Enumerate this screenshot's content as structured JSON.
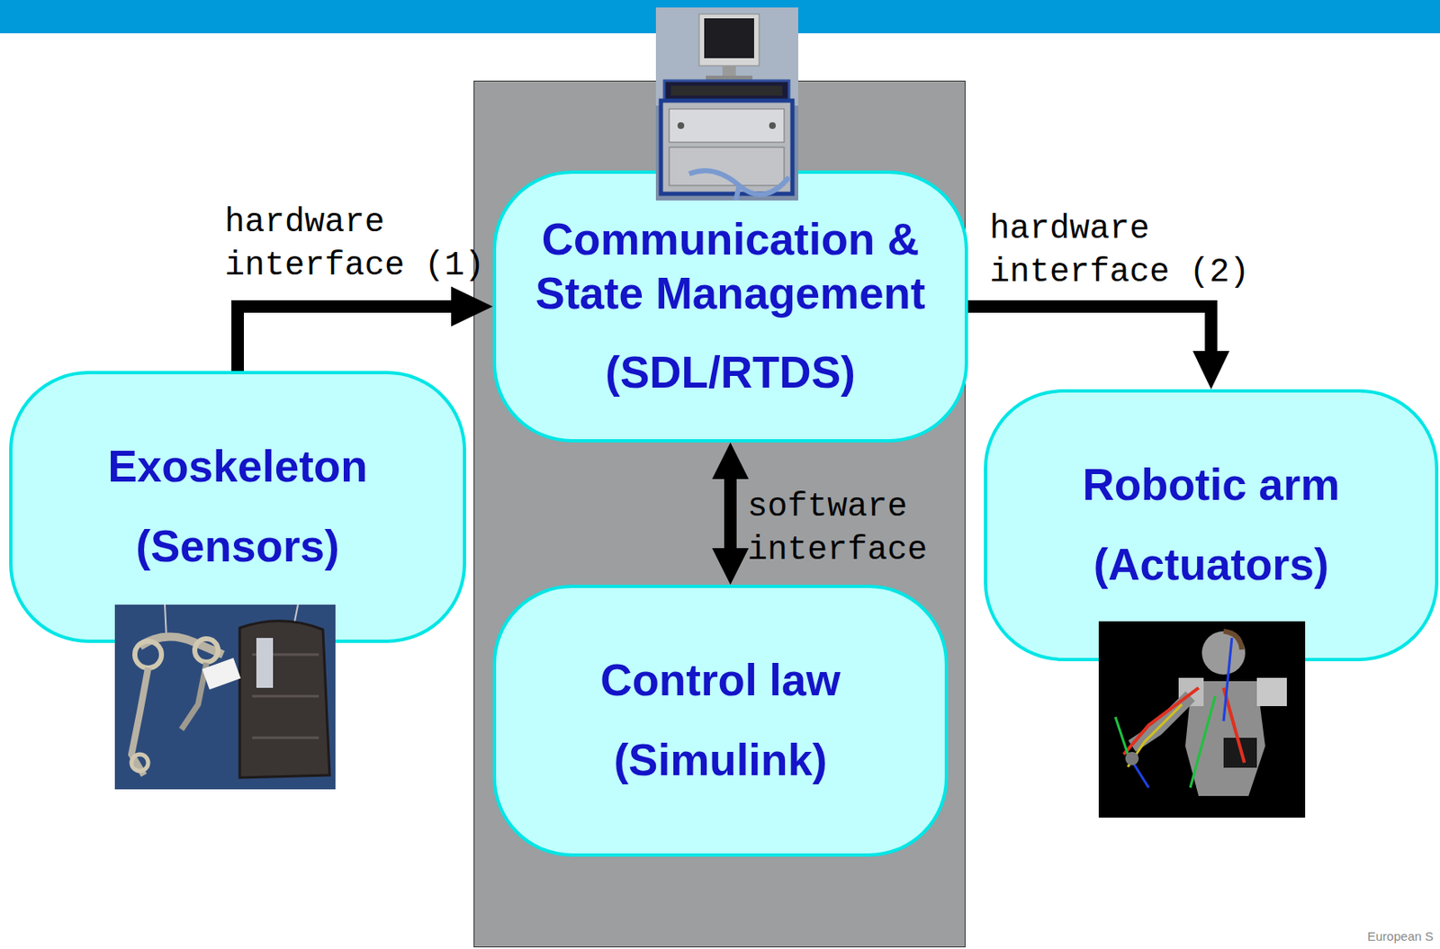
{
  "diagram": {
    "nodes": [
      {
        "text": [
          "Exoskeleton",
          "(Sensors)"
        ]
      },
      {
        "text": [
          "Communication & State Management",
          "(SDL/RTDS)"
        ]
      },
      {
        "text": [
          "Control law",
          "(Simulink)"
        ]
      },
      {
        "text": [
          "Robotic arm",
          "(Actuators)"
        ]
      }
    ],
    "edges": [
      {
        "from": 0,
        "to": 1,
        "arrow": "to",
        "label": "hardware interface (1)"
      },
      {
        "from": 1,
        "to": 3,
        "arrow": "to",
        "label": "hardware interface (2)"
      },
      {
        "from": 1,
        "to": 2,
        "arrow": "both",
        "label": "software interface"
      }
    ],
    "labels": [
      "European S"
    ]
  }
}
